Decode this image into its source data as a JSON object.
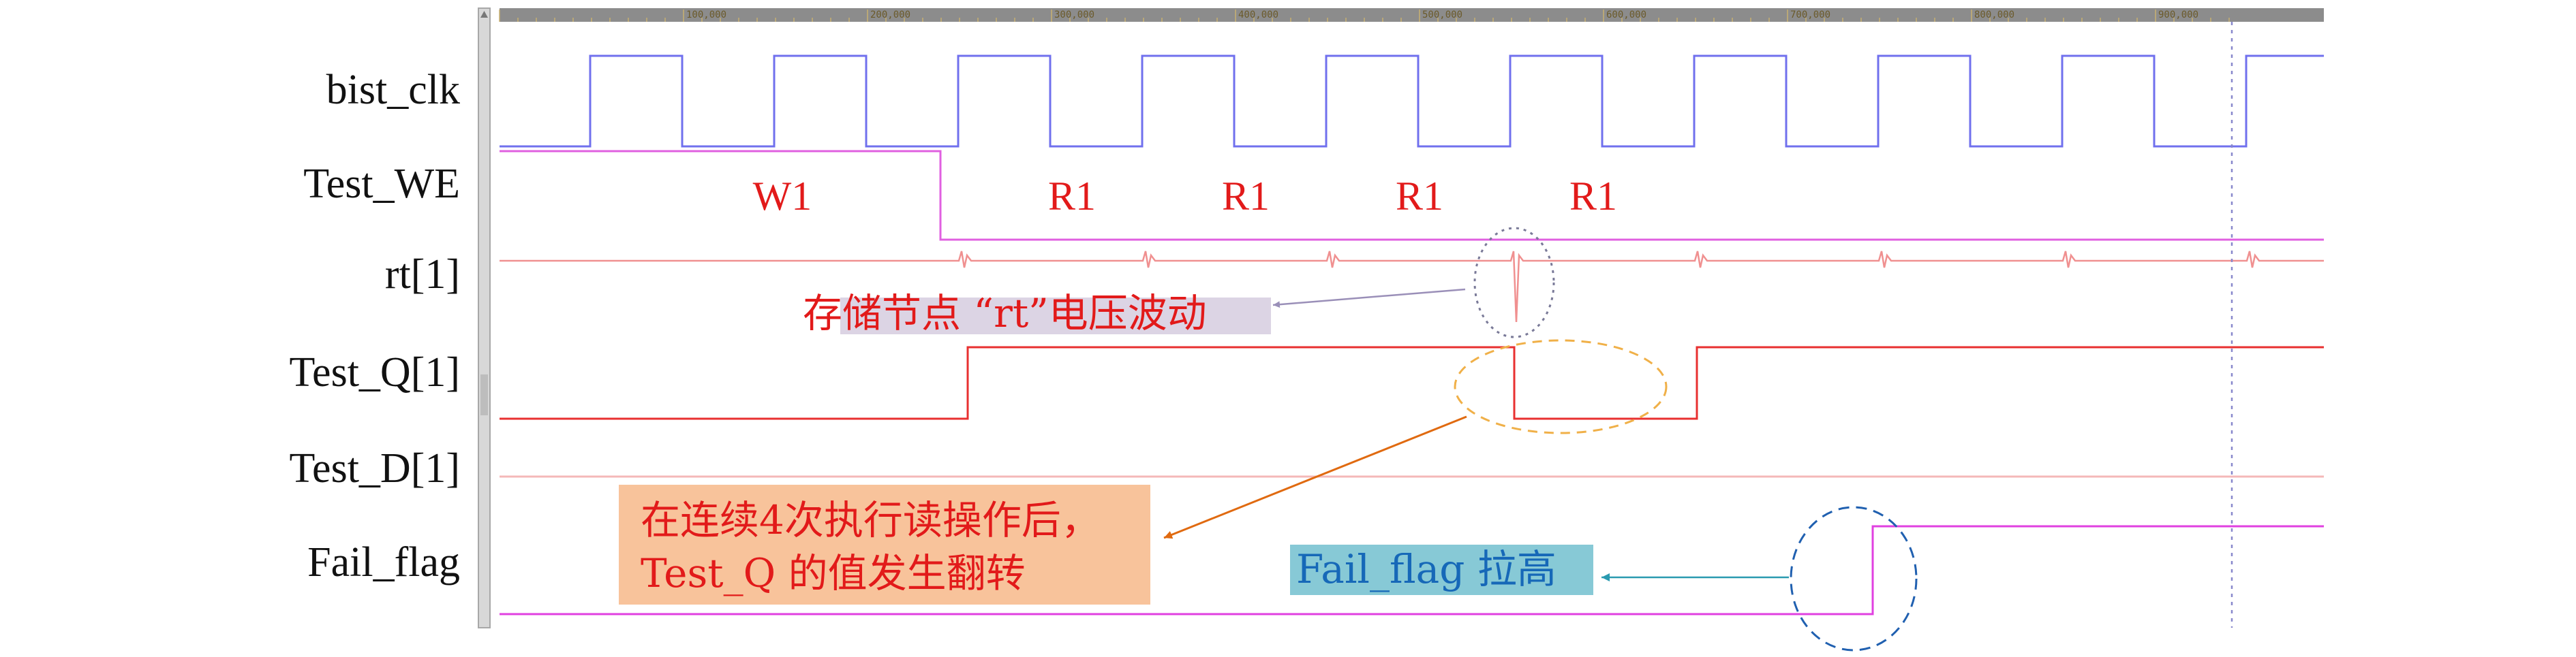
{
  "signals": {
    "bist_clk": "bist_clk",
    "test_we": "Test_WE",
    "rt": "rt[1]",
    "test_q": "Test_Q[1]",
    "test_d": "Test_D[1]",
    "fail_flag": "Fail_flag"
  },
  "ruler": {
    "ticks": [
      "100,000",
      "200,000",
      "300,000",
      "400,000",
      "500,000",
      "600,000",
      "700,000",
      "800,000",
      "900,000"
    ]
  },
  "phases": [
    "W1",
    "R1",
    "R1",
    "R1",
    "R1"
  ],
  "annotations": {
    "rt_note": "存储节点 “rt”电压波动",
    "flip_note_line1": "在连续4次执行读操作后，",
    "flip_note_line2": "Test_Q 的值发生翻转",
    "fail_note": "Fail_flag 拉高"
  },
  "colors": {
    "clock": "#7070ee",
    "write_enable": "#e060e0",
    "rt": "#f09090",
    "test_q": "#e83030",
    "test_d": "#f4b8b8",
    "fail_flag": "#e040e0",
    "ruler": "#8c8c8c",
    "note_red": "#e21a1a",
    "note_blue": "#1668b8",
    "rt_note_bg": "#dcd4e4",
    "flip_note_bg": "#f8c39b",
    "fail_note_bg": "#87c9d6",
    "cursor": "#8888cc"
  }
}
